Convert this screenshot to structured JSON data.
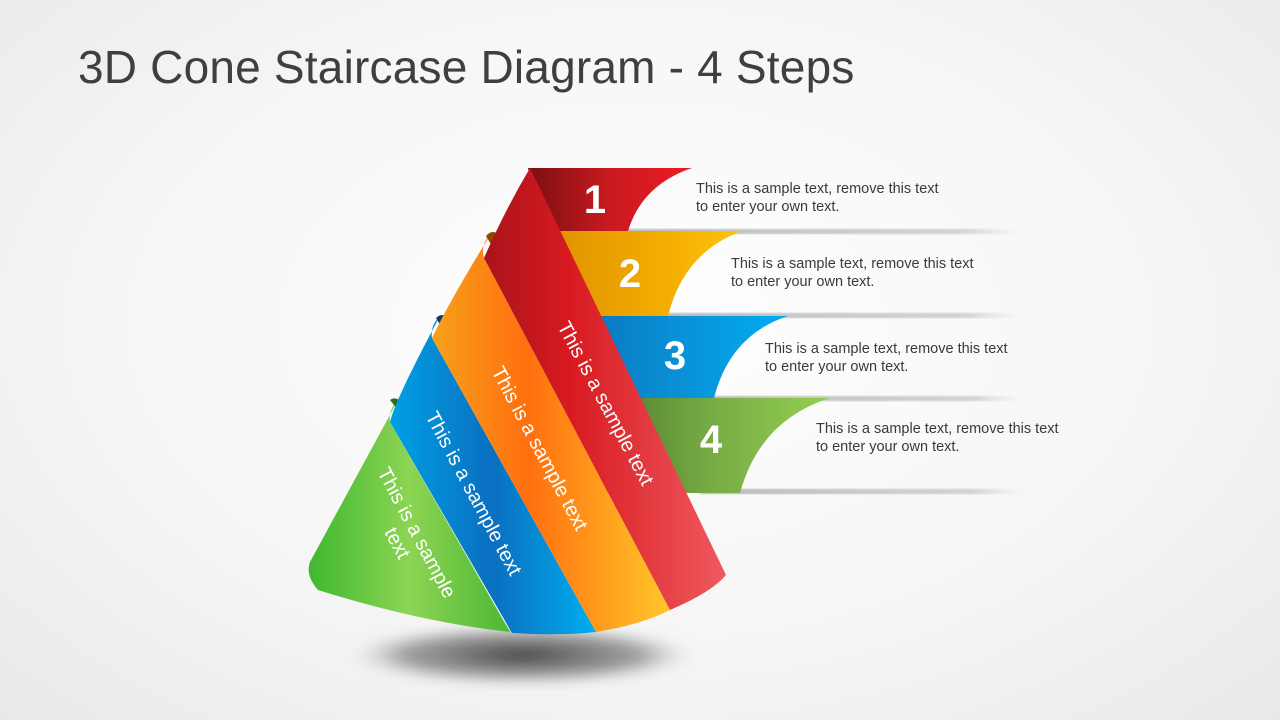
{
  "title": "3D Cone Staircase Diagram - 4 Steps",
  "colors": {
    "step1": "#e0242a",
    "step2": "#f7b500",
    "step3": "#0aa3e0",
    "step4": "#7ab648",
    "text": "#3a3a3a",
    "background": "#f4f4f4"
  },
  "steps": [
    {
      "number": "1",
      "color": "#e0242a",
      "description": "This is a sample text, remove this text to enter your own text.",
      "line1": "This is a sample text, remove this text",
      "line2": "to enter your own text.",
      "ribbon_label": "This is a sample text"
    },
    {
      "number": "2",
      "color": "#f7b500",
      "description": "This is a sample text, remove this text to enter your own text.",
      "line1": "This is a sample text, remove this text",
      "line2": "to enter your own text.",
      "ribbon_label": "This is a sample text"
    },
    {
      "number": "3",
      "color": "#0aa3e0",
      "description": "This is a sample text, remove this text to enter your own text.",
      "line1": "This is a sample text, remove this text",
      "line2": "to enter your own text.",
      "ribbon_label": "This is a sample text"
    },
    {
      "number": "4",
      "color": "#7ab648",
      "description": "This is a sample text, remove this text to enter your own text.",
      "line1": "This is a sample text, remove this text",
      "line2": "to enter your own text.",
      "ribbon_label_line1": "This is a sample",
      "ribbon_label_line2": "text"
    }
  ]
}
